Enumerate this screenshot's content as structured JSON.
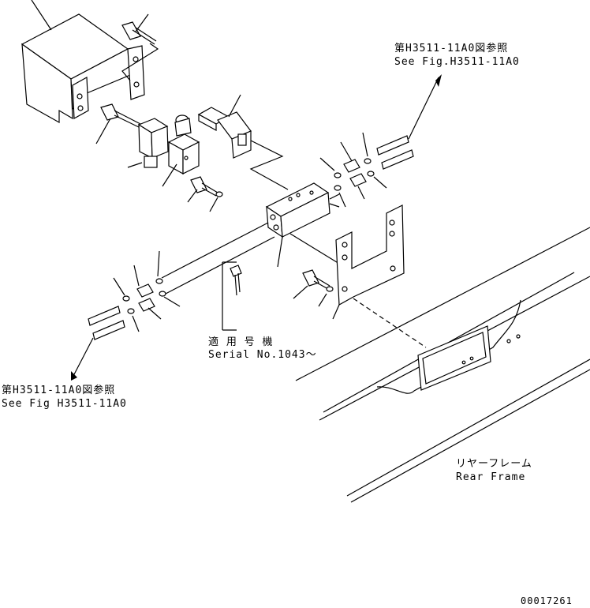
{
  "labels": {
    "ref_top_jp": "第H3511-11A0図参照",
    "ref_top_en": "See Fig.H3511-11A0",
    "ref_left_jp": "第H3511-11A0図参照",
    "ref_left_en": "See Fig H3511-11A0",
    "serial_jp": "適 用 号 機",
    "serial_en": "Serial No.1043～",
    "rear_frame_jp": "リヤーフレーム",
    "rear_frame_en": "Rear Frame",
    "drawing_no": "00017261"
  }
}
